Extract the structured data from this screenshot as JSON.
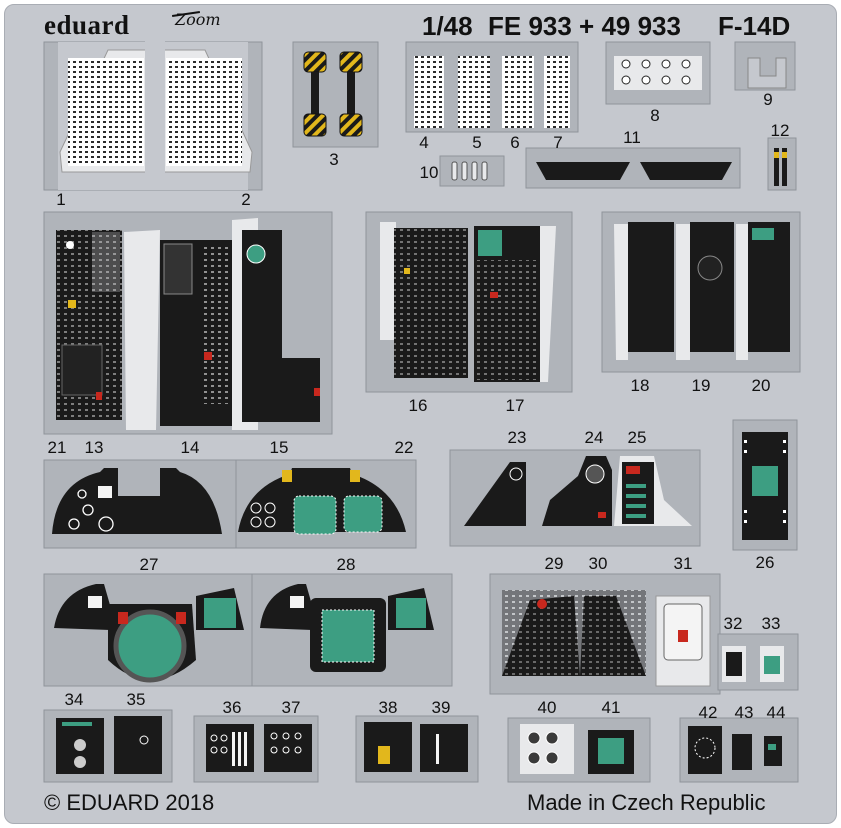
{
  "header": {
    "brand": "eduard",
    "series": "Zoom",
    "scale": "1/48",
    "catalog": "FE 933 + 49 933",
    "model": "F-14D"
  },
  "footer": {
    "copyright": "© EDUARD 2018",
    "origin": "Made in Czech Republic"
  },
  "part_numbers": [
    "1",
    "2",
    "3",
    "4",
    "5",
    "6",
    "7",
    "8",
    "9",
    "10",
    "11",
    "12",
    "13",
    "14",
    "15",
    "16",
    "17",
    "18",
    "19",
    "20",
    "21",
    "22",
    "23",
    "24",
    "25",
    "26",
    "27",
    "28",
    "29",
    "30",
    "31",
    "32",
    "33",
    "34",
    "35",
    "36",
    "37",
    "38",
    "39",
    "40",
    "41",
    "42",
    "43",
    "44"
  ],
  "colors": {
    "fret": "#c5c8ce",
    "panel_black": "#1a1a1a",
    "panel_light": "#e8e9eb",
    "display_green": "#3d9e82",
    "warning_yellow": "#e2b71c",
    "warning_red": "#c8281e",
    "instrument_white": "#f4f4f4"
  }
}
